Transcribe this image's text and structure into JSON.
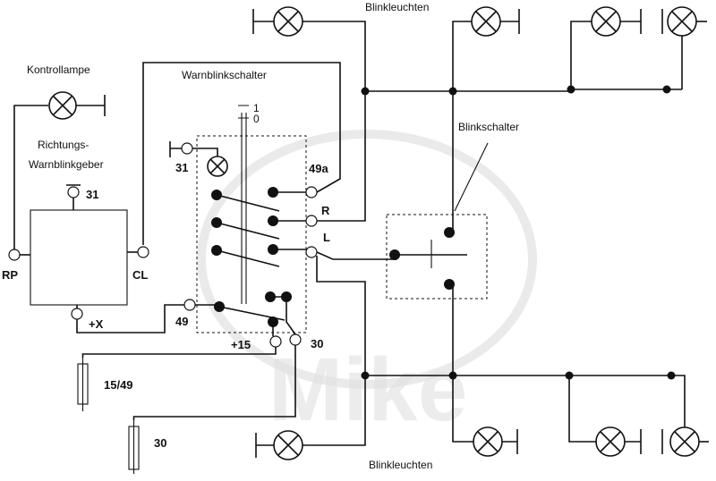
{
  "watermark": {
    "text": "Mike"
  },
  "labels": {
    "blinkleuchten_top": "Blinkleuchten",
    "blinkleuchten_bottom": "Blinkleuchten",
    "kontrollampe": "Kontrollampe",
    "warnblinkschalter": "Warnblinkschalter",
    "richtungs": "Richtungs-",
    "warnblinkgeber": "Warnblinkgeber",
    "blinkschalter": "Blinkschalter",
    "sw_pos_1": "1",
    "sw_pos_0": "0",
    "t31_switch": "31",
    "t31_geber": "31",
    "t49a": "49a",
    "tR": "R",
    "tL": "L",
    "tRP": "RP",
    "tCL": "CL",
    "tX": "+X",
    "t49": "49",
    "t15": "+15",
    "t30": "30",
    "fuse_15_49": "15/49",
    "fuse_30": "30"
  }
}
